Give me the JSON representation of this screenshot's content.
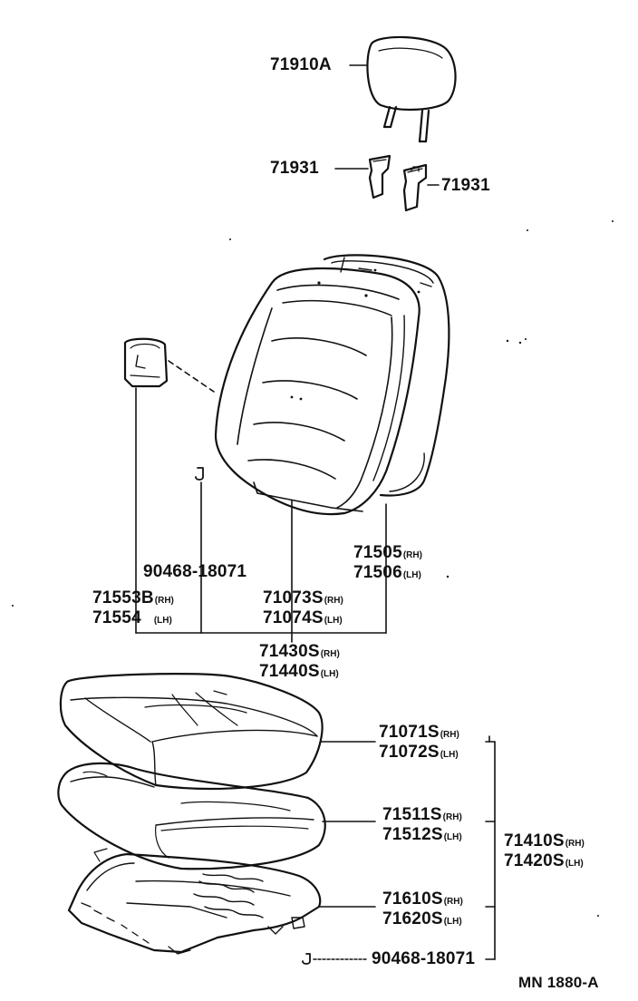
{
  "drawing_code": "MN 1880-A",
  "callouts": {
    "headrest": {
      "number": "71910A"
    },
    "support_left": {
      "number": "71931"
    },
    "support_right": {
      "number": "71931"
    },
    "back_hinge_cover_rh": {
      "number": "71553B",
      "suffix": "(RH)"
    },
    "back_hinge_cover_lh": {
      "number": "71554",
      "suffix": "(LH)"
    },
    "back_clip": {
      "number": "90468-18071"
    },
    "back_cover_rh": {
      "number": "71073S",
      "suffix": "(RH)"
    },
    "back_cover_lh": {
      "number": "71074S",
      "suffix": "(LH)"
    },
    "back_frame_rh": {
      "number": "71505",
      "suffix": "(RH)"
    },
    "back_frame_lh": {
      "number": "71506",
      "suffix": "(LH)"
    },
    "seatback_assy_rh": {
      "number": "71430S",
      "suffix": "(RH)"
    },
    "seatback_assy_lh": {
      "number": "71440S",
      "suffix": "(LH)"
    },
    "cushion_cover_rh": {
      "number": "71071S",
      "suffix": "(RH)"
    },
    "cushion_cover_lh": {
      "number": "71072S",
      "suffix": "(LH)"
    },
    "cushion_pad_rh": {
      "number": "71511S",
      "suffix": "(RH)"
    },
    "cushion_pad_lh": {
      "number": "71512S",
      "suffix": "(LH)"
    },
    "cushion_assy_rh": {
      "number": "71410S",
      "suffix": "(RH)"
    },
    "cushion_assy_lh": {
      "number": "71420S",
      "suffix": "(LH)"
    },
    "cushion_frame_rh": {
      "number": "71610S",
      "suffix": "(RH)"
    },
    "cushion_frame_lh": {
      "number": "71620S",
      "suffix": "(LH)"
    },
    "cushion_clip": {
      "number": "90468-18071"
    }
  }
}
